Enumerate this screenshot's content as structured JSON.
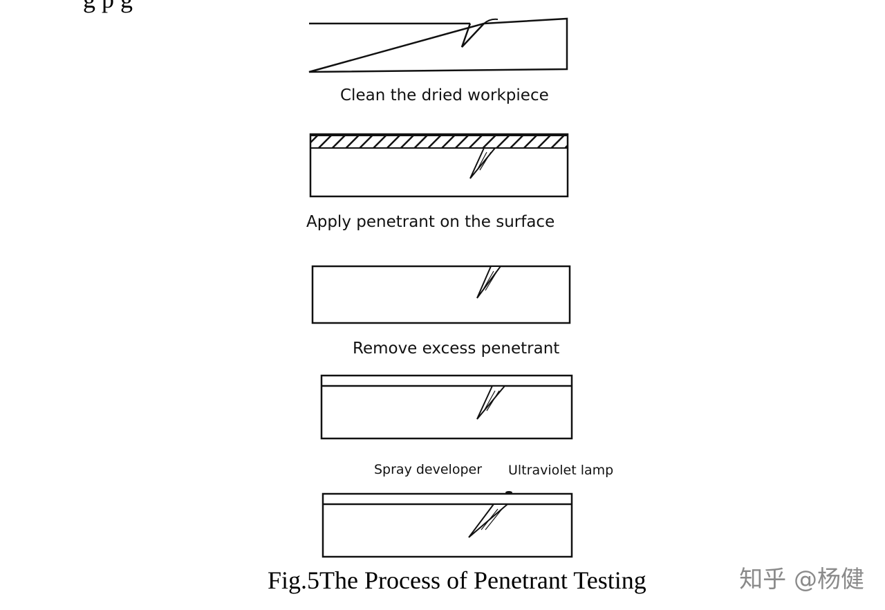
{
  "top_fragment": "g                                    p                                                          g",
  "steps": [
    {
      "label": "Clean the dried workpiece"
    },
    {
      "label": "Apply penetrant on the surface"
    },
    {
      "label": "Remove excess penetrant"
    },
    {
      "label": "Spray developer"
    },
    {
      "label": "Ultraviolet lamp"
    }
  ],
  "caption": "Fig.5The Process of Penetrant Testing",
  "watermark": "知乎 @杨健",
  "colors": {
    "line": "#111111",
    "background": "#ffffff",
    "watermark": "#8a8a8a"
  }
}
